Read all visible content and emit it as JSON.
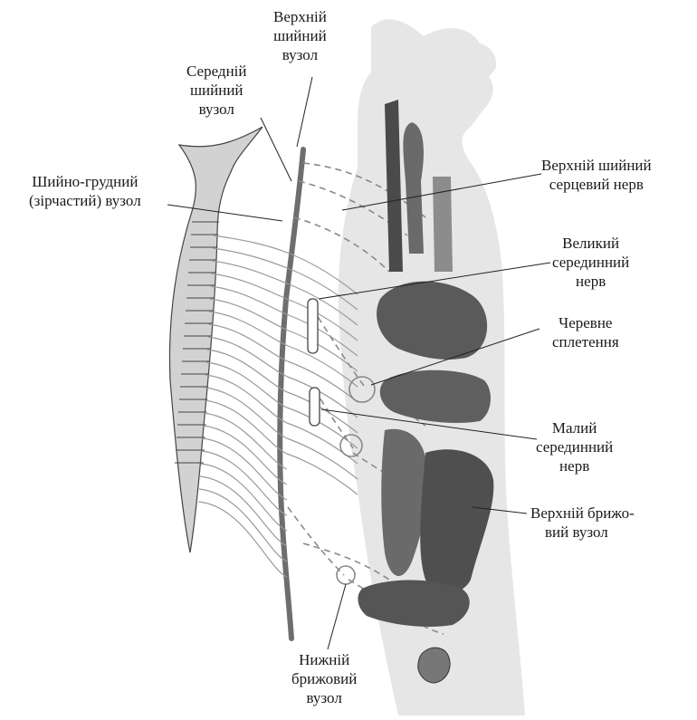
{
  "labels": {
    "upper_cervical_ganglion": [
      "Верхній",
      "шийний",
      "вузол"
    ],
    "middle_cervical_ganglion": [
      "Середній",
      "шийний",
      "вузол"
    ],
    "cervicothoracic_ganglion": [
      "Шийно-грудний",
      "(зірчастий) вузол"
    ],
    "upper_cervical_cardiac_nerve": [
      "Верхній шийний",
      "серцевий нерв"
    ],
    "greater_splanchnic_nerve": [
      "Великий",
      "серединний",
      "нерв"
    ],
    "celiac_plexus": [
      "Черевне",
      "сплетення"
    ],
    "lesser_splanchnic_nerve": [
      "Малий",
      "серединний",
      "нерв"
    ],
    "superior_mesenteric_ganglion": [
      "Верхній брижо-",
      "вий вузол"
    ],
    "inferior_mesenteric_ganglion": [
      "Нижній",
      "брижовий",
      "вузол"
    ]
  },
  "colors": {
    "label_text": "#1a1a1a",
    "body_silhouette": "#e6e6e6",
    "organ_dark": "#5a5a5a",
    "nerve_line": "#9a9a9a",
    "trunk": "#6e6e6e"
  }
}
